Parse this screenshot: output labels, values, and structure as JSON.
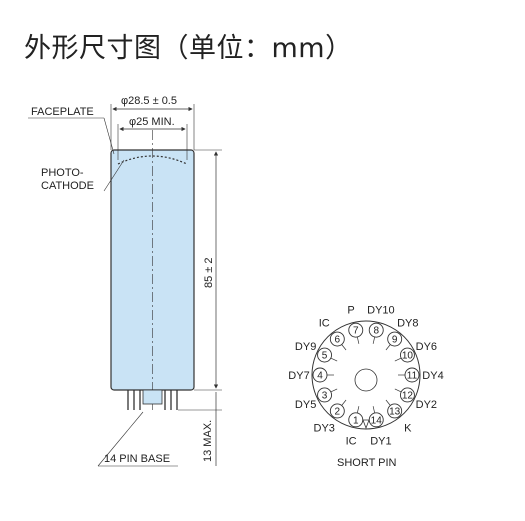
{
  "title": "外形尺寸图（单位：mm）",
  "colors": {
    "tube_fill": "#c9e3f5",
    "line": "#333333",
    "text": "#222222"
  },
  "left_drawing": {
    "faceplate_label": "FACEPLATE",
    "photocathode_label_1": "PHOTO-",
    "photocathode_label_2": "CATHODE",
    "outer_diameter": "φ28.5 ± 0.5",
    "inner_diameter": "φ25 MIN.",
    "length": "85 ± 2",
    "base_length": "13 MAX.",
    "base_label": "14 PIN BASE"
  },
  "right_drawing": {
    "short_pin_label": "SHORT PIN",
    "pins": [
      {
        "num": "1",
        "name": "IC"
      },
      {
        "num": "2",
        "name": "DY3"
      },
      {
        "num": "3",
        "name": "DY5"
      },
      {
        "num": "4",
        "name": "DY7"
      },
      {
        "num": "5",
        "name": "DY9"
      },
      {
        "num": "6",
        "name": "IC"
      },
      {
        "num": "7",
        "name": "P"
      },
      {
        "num": "8",
        "name": "DY10"
      },
      {
        "num": "9",
        "name": "DY8"
      },
      {
        "num": "10",
        "name": "DY6"
      },
      {
        "num": "11",
        "name": "DY4"
      },
      {
        "num": "12",
        "name": "DY2"
      },
      {
        "num": "13",
        "name": "K"
      },
      {
        "num": "14",
        "name": "DY1"
      }
    ]
  }
}
